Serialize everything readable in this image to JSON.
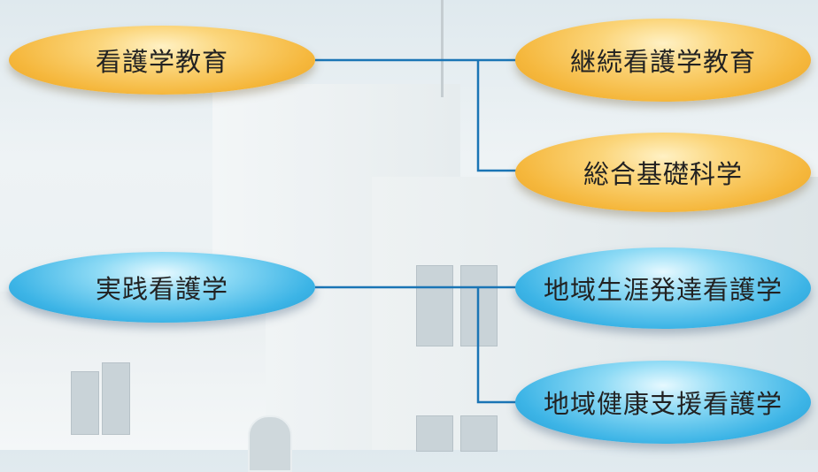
{
  "diagram": {
    "groups": [
      {
        "parent": "看護学教育",
        "children": [
          "継続看護学教育",
          "総合基礎科学"
        ],
        "color": "#f5b73c"
      },
      {
        "parent": "実践看護学",
        "children": [
          "地域生涯発達看護学",
          "地域健康支援看護学"
        ],
        "color": "#3cb4e6"
      }
    ],
    "connector_color": "#1a75b5"
  }
}
